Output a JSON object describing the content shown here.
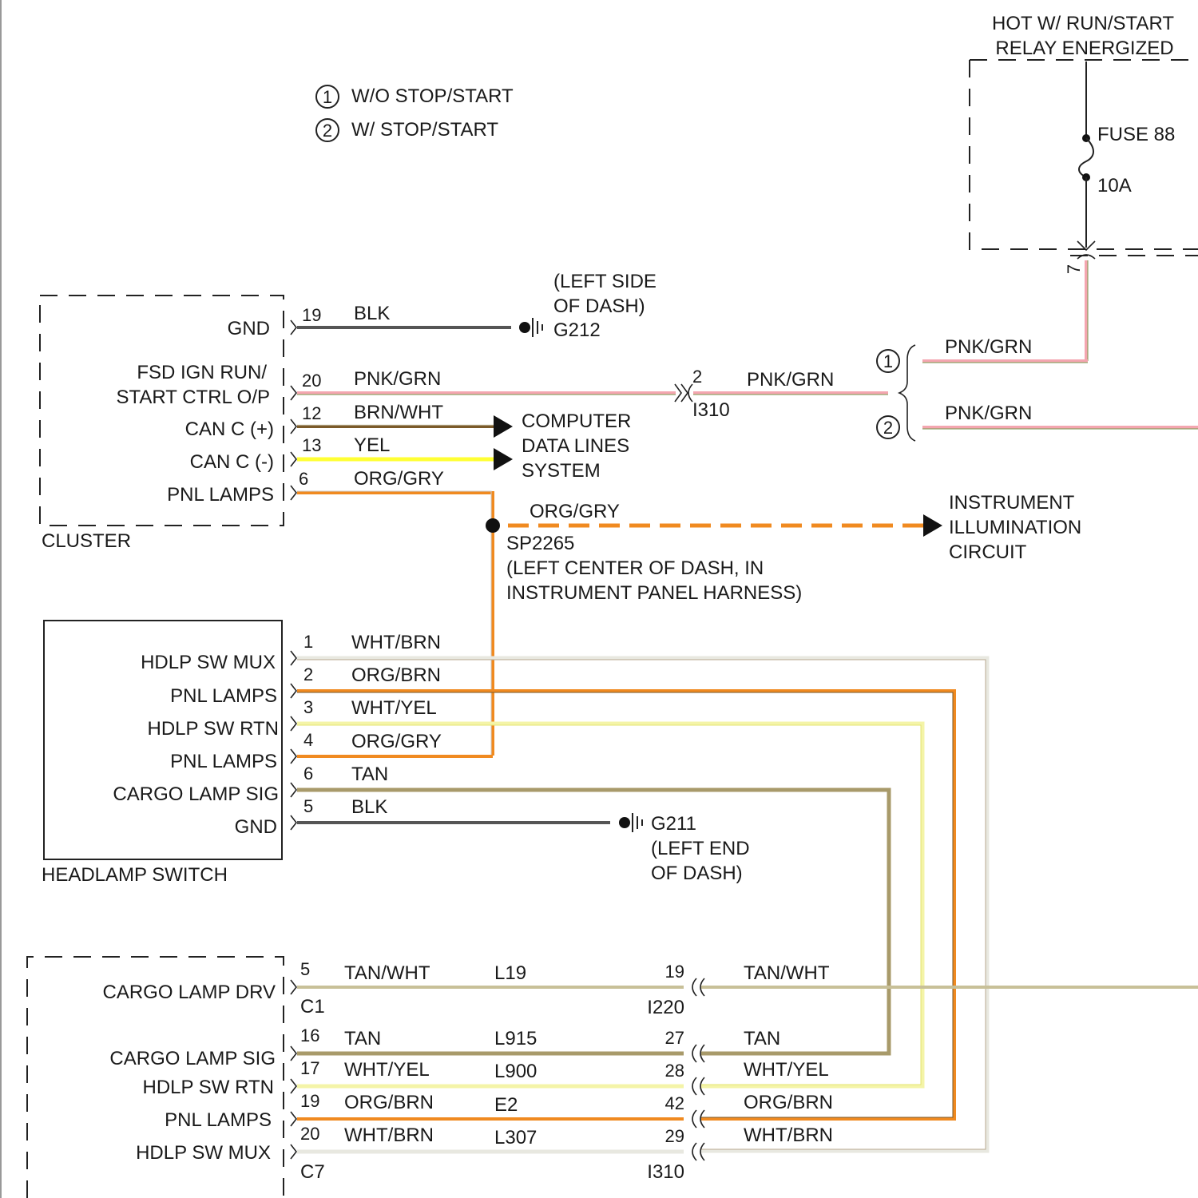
{
  "legend": [
    {
      "num": "1",
      "text": "W/O STOP/START"
    },
    {
      "num": "2",
      "text": "W/ STOP/START"
    }
  ],
  "hot_box": {
    "title_line1": "HOT W/ RUN/START",
    "title_line2": "RELAY ENERGIZED",
    "fuse_name": "FUSE 88",
    "fuse_rating": "10A",
    "pin": "7"
  },
  "cluster": {
    "name": "CLUSTER",
    "pins": {
      "gnd": "GND",
      "fsd1": "FSD IGN RUN/",
      "fsd2": "START CTRL O/P",
      "canp": "CAN C (+)",
      "canm": "CAN C (-)",
      "pnl": "PNL LAMPS"
    },
    "wires": {
      "gnd": {
        "pin": "19",
        "color": "BLK"
      },
      "fsd": {
        "pin": "20",
        "color": "PNK/GRN"
      },
      "canp": {
        "pin": "12",
        "color": "BRN/WHT"
      },
      "canm": {
        "pin": "13",
        "color": "YEL"
      },
      "pnl": {
        "pin": "6",
        "color": "ORG/GRY"
      }
    }
  },
  "g212": {
    "line1": "(LEFT SIDE",
    "line2": "OF DASH)",
    "name": "G212"
  },
  "i310_top": {
    "pin": "2",
    "name": "I310",
    "color": "PNK/GRN"
  },
  "options": {
    "opt1_color": "PNK/GRN",
    "opt2_color": "PNK/GRN"
  },
  "computer_data": {
    "line1": "COMPUTER",
    "line2": "DATA LINES",
    "line3": "SYSTEM"
  },
  "splice": {
    "color": "ORG/GRY",
    "name": "SP2265",
    "loc1": "(LEFT CENTER OF DASH, IN",
    "loc2": "INSTRUMENT PANEL HARNESS)"
  },
  "instrument": {
    "line1": "INSTRUMENT",
    "line2": "ILLUMINATION",
    "line3": "CIRCUIT"
  },
  "headlamp_switch": {
    "name": "HEADLAMP SWITCH",
    "pins": [
      "HDLP SW MUX",
      "PNL LAMPS",
      "HDLP SW RTN",
      "PNL LAMPS",
      "CARGO LAMP SIG",
      "GND"
    ],
    "wires": [
      {
        "pin": "1",
        "color": "WHT/BRN"
      },
      {
        "pin": "2",
        "color": "ORG/BRN"
      },
      {
        "pin": "3",
        "color": "WHT/YEL"
      },
      {
        "pin": "4",
        "color": "ORG/GRY"
      },
      {
        "pin": "6",
        "color": "TAN"
      },
      {
        "pin": "5",
        "color": "BLK"
      }
    ]
  },
  "g211": {
    "name": "G211",
    "line1": "(LEFT END",
    "line2": "OF DASH)"
  },
  "bottom_module": {
    "pins": [
      "CARGO LAMP DRV",
      "CARGO LAMP SIG",
      "HDLP SW RTN",
      "PNL LAMPS",
      "HDLP SW MUX"
    ],
    "c1": "C1",
    "c7": "C7",
    "wires": [
      {
        "pin": "5",
        "color": "TAN/WHT",
        "circuit": "L19",
        "far_pin": "19",
        "far_color": "TAN/WHT"
      },
      {
        "pin": "16",
        "color": "TAN",
        "circuit": "L915",
        "far_pin": "27",
        "far_color": "TAN"
      },
      {
        "pin": "17",
        "color": "WHT/YEL",
        "circuit": "L900",
        "far_pin": "28",
        "far_color": "WHT/YEL"
      },
      {
        "pin": "19",
        "color": "ORG/BRN",
        "circuit": "E2",
        "far_pin": "42",
        "far_color": "ORG/BRN"
      },
      {
        "pin": "20",
        "color": "WHT/BRN",
        "circuit": "L307",
        "far_pin": "29",
        "far_color": "WHT/BRN"
      }
    ],
    "i220": "I220",
    "i310": "I310"
  },
  "wire_colors": {
    "blk": "#555555",
    "pnk": "#f4a6b0",
    "grn": "#7a9a50",
    "brn": "#7a5a2a",
    "yel": "#ffff33",
    "org": "#f08a20",
    "gry": "#bbbbbb",
    "tan": "#a89a6a",
    "wht": "#e8e8e0",
    "whtyel": "#f4f4a8",
    "tanwht": "#c8c098"
  }
}
